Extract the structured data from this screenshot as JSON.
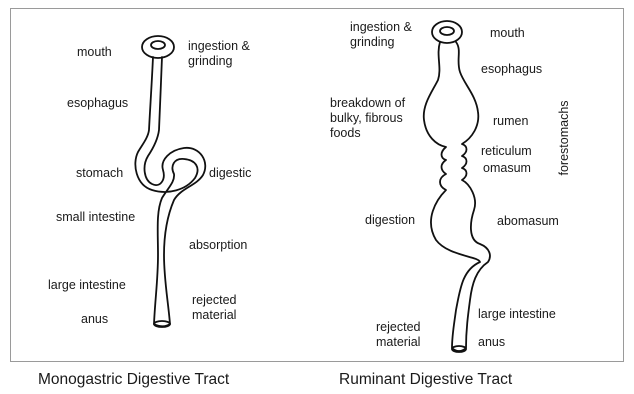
{
  "monogastric": {
    "title": "Monogastric Digestive Tract",
    "labels": {
      "mouth": "mouth",
      "ingestion": "ingestion &\ngrinding",
      "esophagus": "esophagus",
      "stomach": "stomach",
      "digestic": "digestic",
      "small_intestine": "small intestine",
      "absorption": "absorption",
      "large_intestine": "large intestine",
      "rejected": "rejected\nmaterial",
      "anus": "anus"
    }
  },
  "ruminant": {
    "title": "Ruminant Digestive Tract",
    "labels": {
      "ingestion": "ingestion &\ngrinding",
      "mouth": "mouth",
      "esophagus": "esophagus",
      "breakdown": "breakdown of\nbulky, fibrous\nfoods",
      "rumen": "rumen",
      "reticulum": "reticulum",
      "omasum": "omasum",
      "forestomachs": "forestomachs",
      "digestion": "digestion",
      "abomasum": "abomasum",
      "large_intestine": "large intestine",
      "rejected": "rejected\nmaterial",
      "anus": "anus"
    }
  }
}
